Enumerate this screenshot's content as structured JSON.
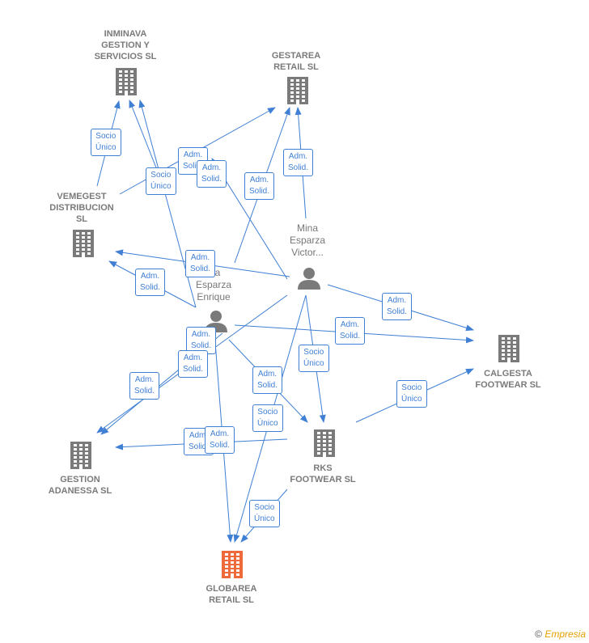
{
  "companies": [
    {
      "id": "inminava",
      "label": "INMINAVA\nGESTION Y\nSERVICIOS  SL",
      "main": false
    },
    {
      "id": "gestarea",
      "label": "GESTAREA\nRETAIL  SL",
      "main": false
    },
    {
      "id": "vemegest",
      "label": "VEMEGEST\nDISTRIBUCION\nSL",
      "main": false
    },
    {
      "id": "calgesta",
      "label": "CALGESTA\nFOOTWEAR  SL",
      "main": false
    },
    {
      "id": "rks",
      "label": "RKS\nFOOTWEAR  SL",
      "main": false
    },
    {
      "id": "adanessa",
      "label": "GESTION\nADANESSA  SL",
      "main": false
    },
    {
      "id": "globarea",
      "label": "GLOBAREA\nRETAIL  SL",
      "main": true
    }
  ],
  "persons": [
    {
      "id": "mina",
      "label": "Mina\nEsparza\nVictor..."
    },
    {
      "id": "enrique",
      "label": "...a\nEsparza\nEnrique"
    }
  ],
  "edge_labels": [
    "Socio\nÚnico",
    "Adm.\nSolid.",
    "Socio\nÚnico",
    "Adm.\nSolid.",
    "Adm.\nSolid.",
    "Adm.\nSolid.",
    "Adm.\nSolid.",
    "Adm.\nSolid.",
    "Adm.\nSolid.",
    "Adm.\nSolid.",
    "Socio\nÚnico",
    "Adm.\nSolid.",
    "Adm.\nSolid.",
    "Adm.\nSolid.",
    "Adm.\nSolid.",
    "Socio\nÚnico",
    "Socio\nÚnico",
    "Adm.\nSolid.",
    "Adm.\nSolid.",
    "Socio\nÚnico"
  ],
  "colors": {
    "edge": "#3f7fd4",
    "company": "#7a7a7a",
    "main_company": "#ee6a3a",
    "person": "#7a7a7a"
  },
  "icons": {
    "company": "building-icon",
    "person": "person-icon"
  },
  "copyright": {
    "symbol": "©",
    "brand": "Empresia"
  }
}
